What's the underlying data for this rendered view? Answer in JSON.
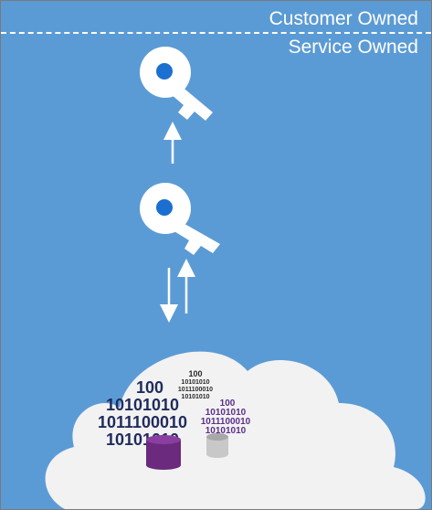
{
  "zones": {
    "customer": "Customer Owned",
    "service": "Service Owned"
  },
  "data_blocks": {
    "large": [
      "100",
      "10101010",
      "1011100010",
      "10101010"
    ],
    "small": [
      "100",
      "10101010",
      "1011100010",
      "10101010"
    ],
    "purple": [
      "100",
      "10101010",
      "1011100010",
      "10101010"
    ]
  },
  "colors": {
    "background": "#5b9bd5",
    "key_body": "#ffffff",
    "key_dot": "#1b6fd0",
    "cloud": "#f2f2f2",
    "cylinder_purple": "#6b2a7e",
    "cylinder_gray": "#c8c8c8"
  },
  "icons": [
    "key-icon",
    "key-icon",
    "arrow-up-icon",
    "arrow-down-icon",
    "cloud-icon",
    "database-icon"
  ]
}
